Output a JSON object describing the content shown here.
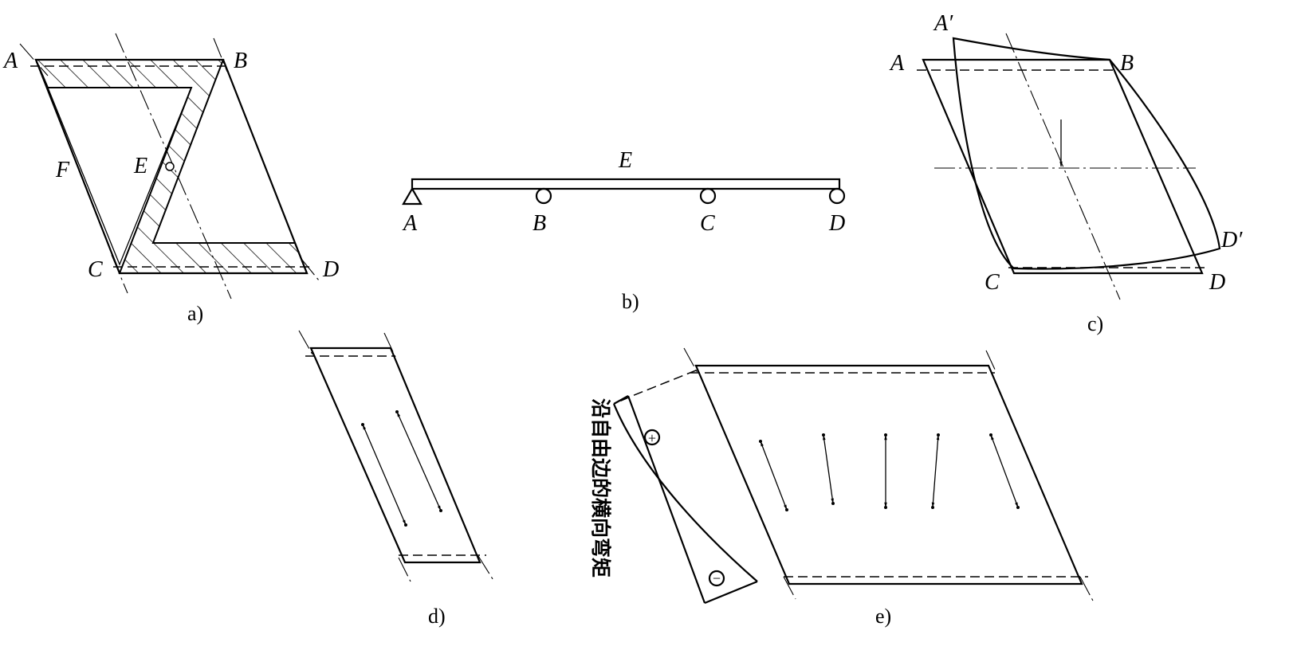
{
  "colors": {
    "ink": "#000000",
    "paper": "#ffffff"
  },
  "panel_a": {
    "caption": "a)",
    "labels": {
      "A": "A",
      "B": "B",
      "C": "C",
      "D": "D",
      "E": "E",
      "F": "F"
    }
  },
  "panel_b": {
    "caption": "b)",
    "labels": {
      "E": "E",
      "A": "A",
      "B": "B",
      "C": "C",
      "D": "D"
    }
  },
  "panel_c": {
    "caption": "c)",
    "labels": {
      "A_prime": "A′",
      "A": "A",
      "B": "B",
      "C": "C",
      "D": "D",
      "D_prime": "D′"
    }
  },
  "panel_d": {
    "caption": "d)"
  },
  "panel_e": {
    "caption": "e)",
    "moment_label": "沿自由边的横向弯矩",
    "plus_sign": "+",
    "minus_sign": "−"
  }
}
